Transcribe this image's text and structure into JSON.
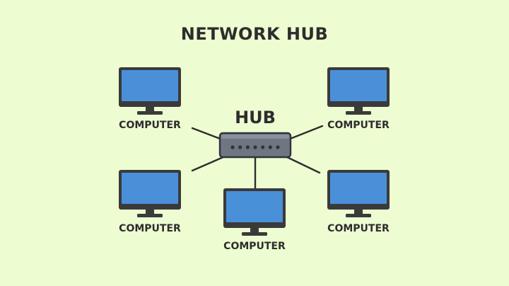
{
  "title": "NETWORK HUB",
  "hub": {
    "label": "HUB",
    "port_count": 7
  },
  "computers": [
    {
      "label": "COMPUTER"
    },
    {
      "label": "COMPUTER"
    },
    {
      "label": "COMPUTER"
    },
    {
      "label": "COMPUTER"
    },
    {
      "label": "COMPUTER"
    }
  ],
  "colors": {
    "background": "#eefcd2",
    "screen": "#4a90d9",
    "frame": "#3a3a3a",
    "hub_body": "#6e7682",
    "hub_ports": "#2f343a",
    "cable": "#2d2d2d",
    "text": "#2d2d2d"
  },
  "icons": {
    "computer": "monitor-icon",
    "hub": "network-hub-icon"
  }
}
